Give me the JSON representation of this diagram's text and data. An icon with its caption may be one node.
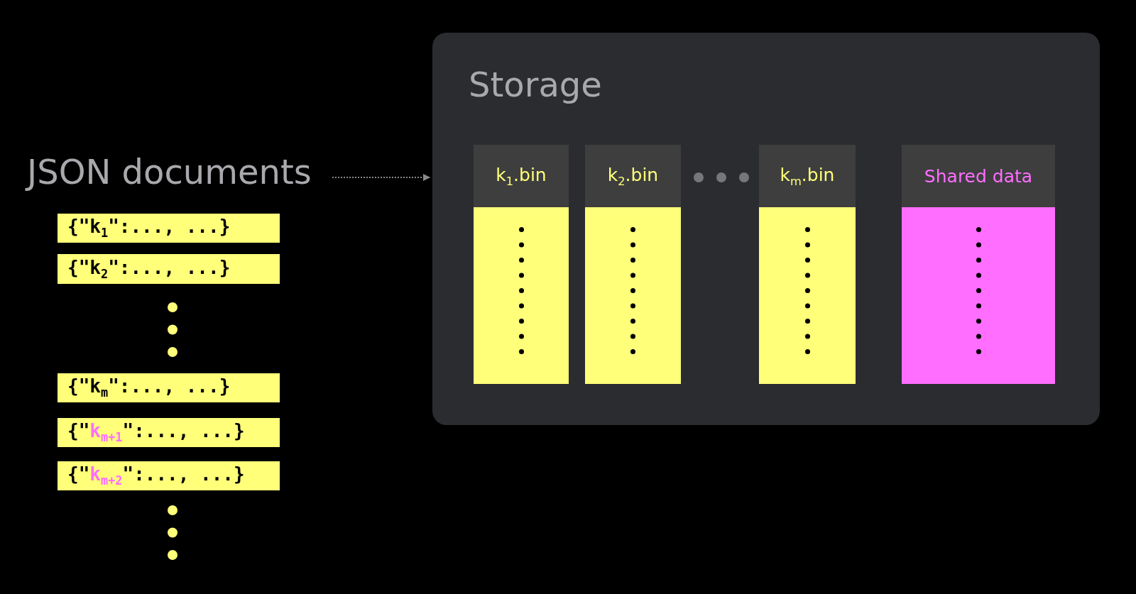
{
  "diagram": {
    "nodes": [
      {
        "text": [
          "JSON documents"
        ]
      },
      {
        "text": [
          "Storage"
        ]
      },
      {
        "text": [
          "k$_{1}$.bin"
        ],
        "in": 1
      },
      {
        "text": [
          "k$_{2}$.bin"
        ],
        "in": 1
      },
      {
        "text": [
          "k$_{m}$.bin"
        ],
        "in": 1
      },
      {
        "text": [
          "Shared data"
        ],
        "in": 1
      },
      {
        "text": [
          "{\"k$_{1}$\":..., ...}"
        ]
      },
      {
        "text": [
          "{\"k$_{2}$\":..., ...}"
        ]
      },
      {
        "text": [
          "{\"k$_{m}$\":..., ...}"
        ]
      },
      {
        "text": [
          "{\"k$_{m+1}$\":..., ...}"
        ]
      },
      {
        "text": [
          "{\"k$_{m+2}$\":..., ...}"
        ]
      }
    ],
    "edges": [
      {
        "from": 0,
        "to": 1,
        "arrow": "to",
        "style": "dashed"
      }
    ]
  }
}
